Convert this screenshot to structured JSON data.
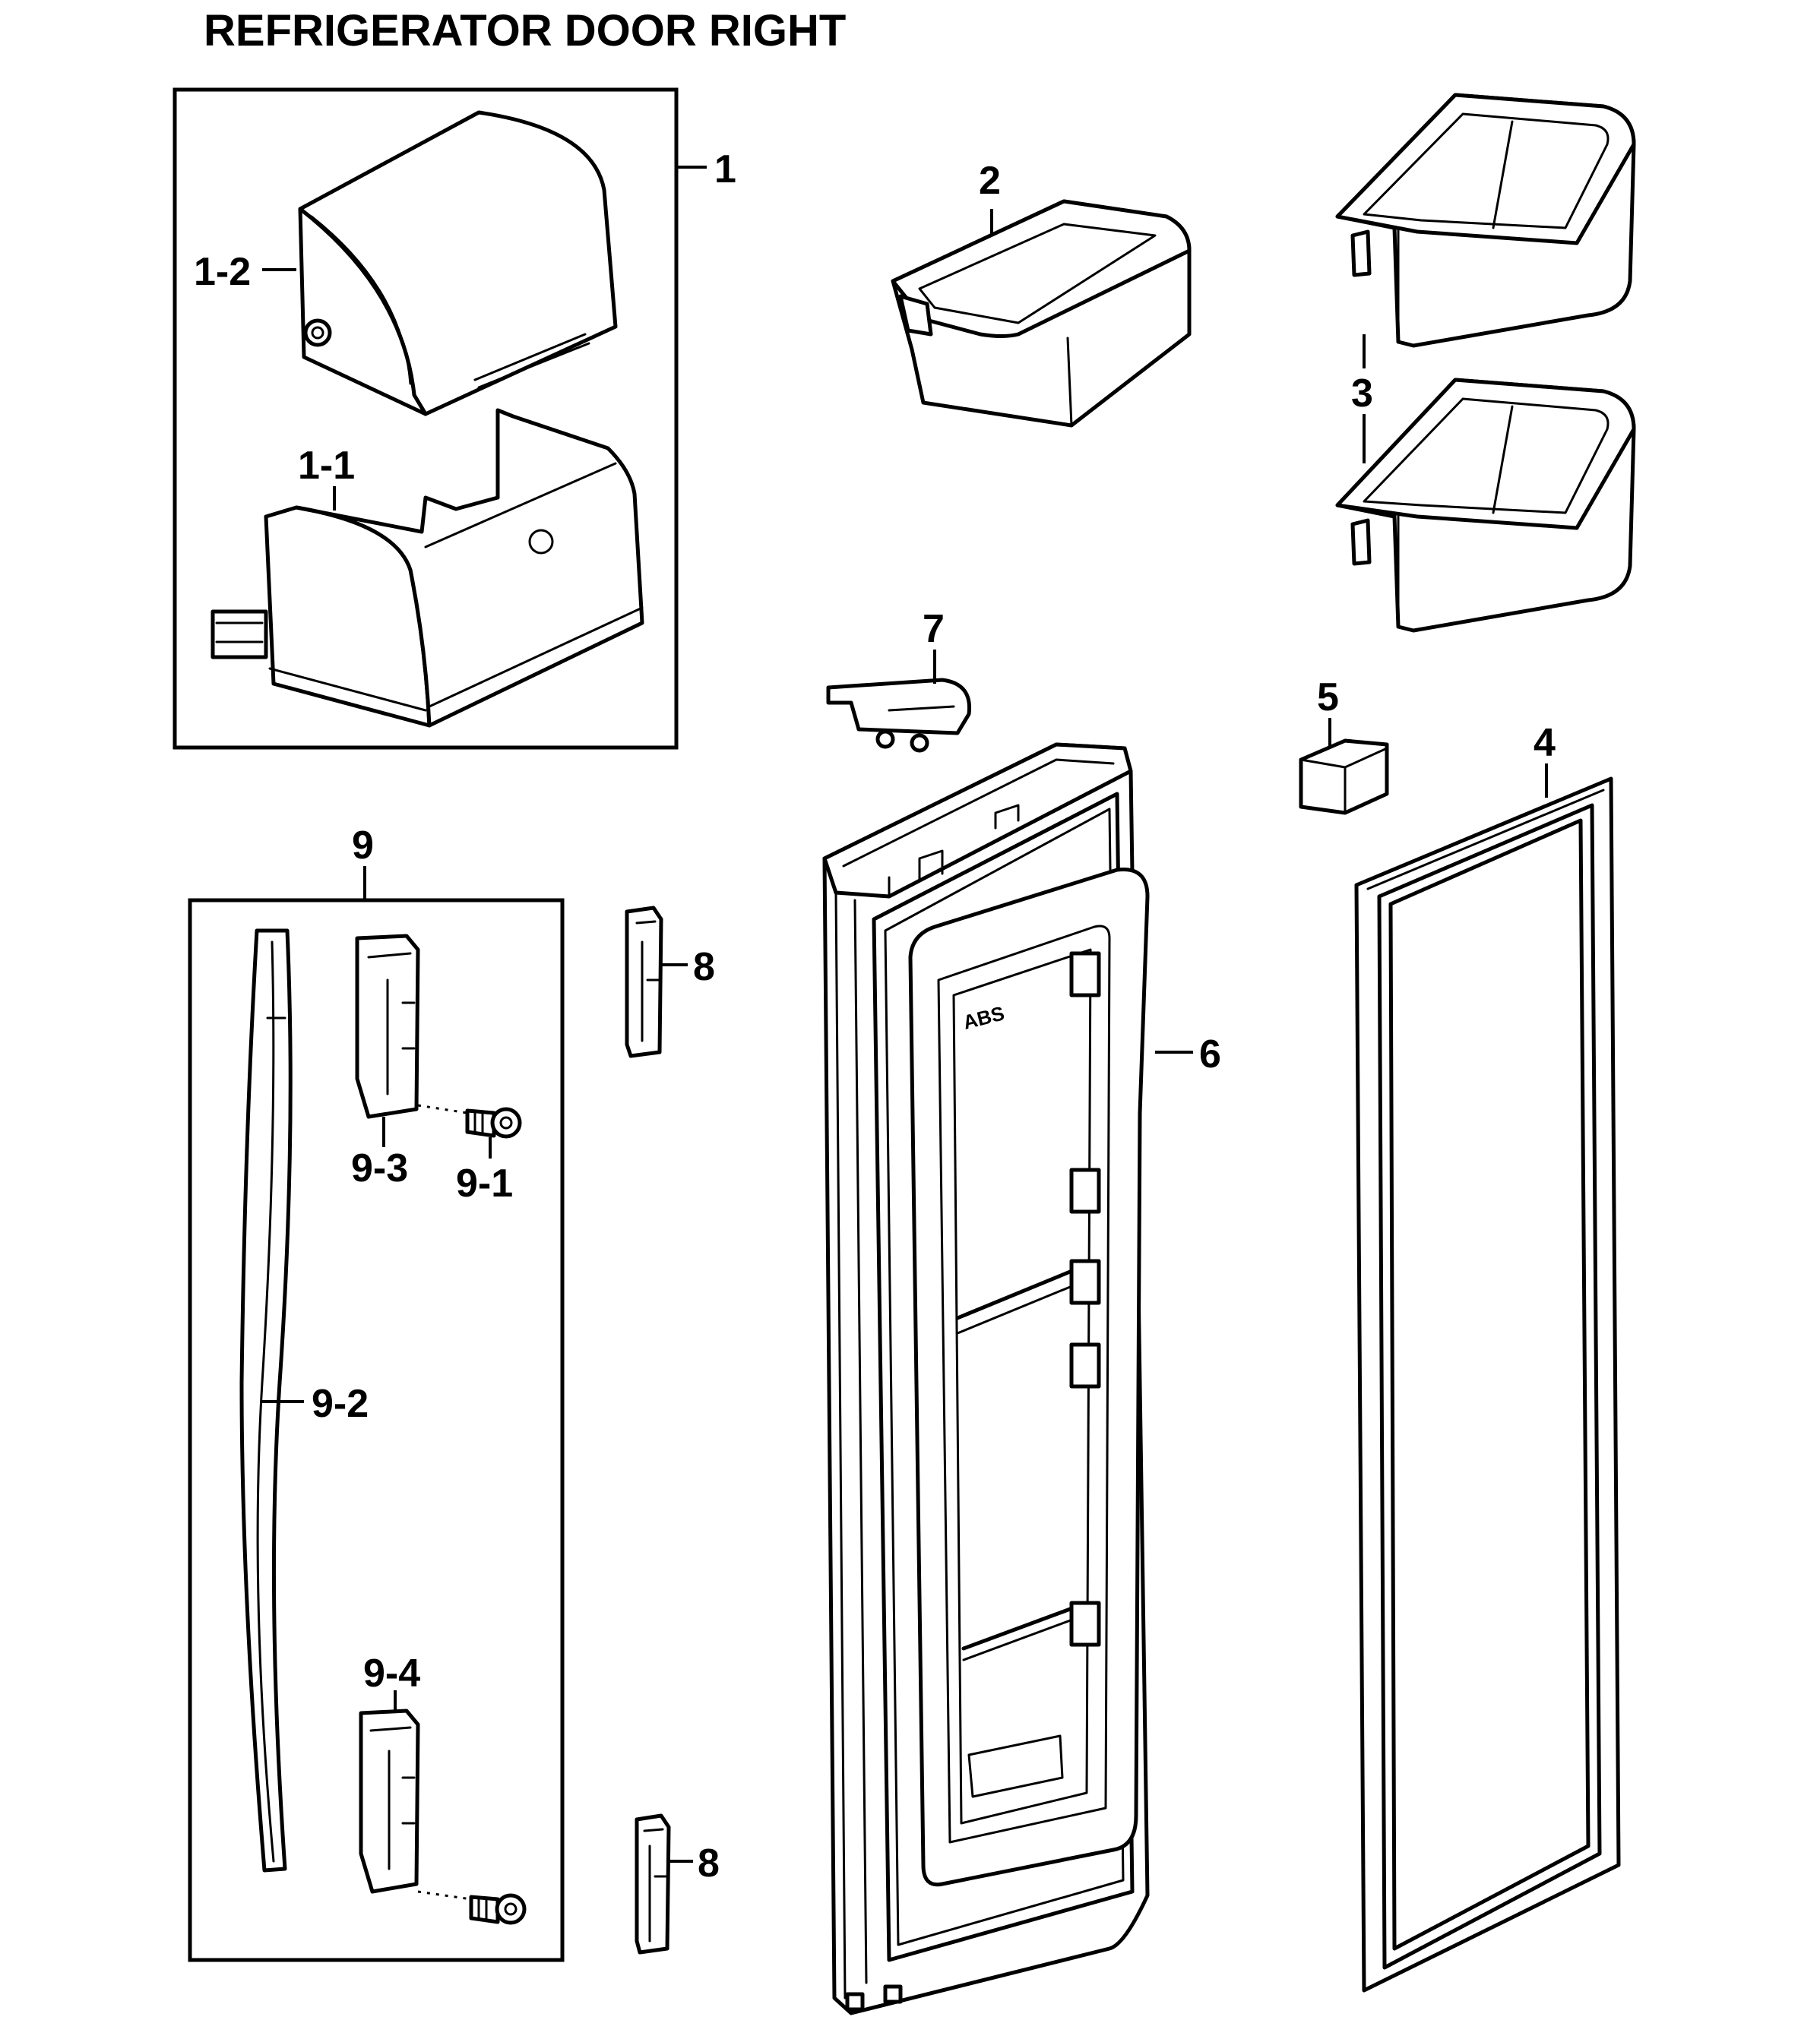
{
  "diagram": {
    "title": "REFRIGERATOR DOOR RIGHT",
    "labels": {
      "p1": "1",
      "p1_2": "1-2",
      "p1_1": "1-1",
      "p2": "2",
      "p3": "3",
      "p7": "7",
      "p5": "5",
      "p4": "4",
      "p9": "9",
      "p8_top": "8",
      "p6": "6",
      "p9_3": "9-3",
      "p9_1": "9-1",
      "p9_2": "9-2",
      "p9_4": "9-4",
      "p8_bottom": "8",
      "door_liner_mark": "ABS"
    }
  }
}
